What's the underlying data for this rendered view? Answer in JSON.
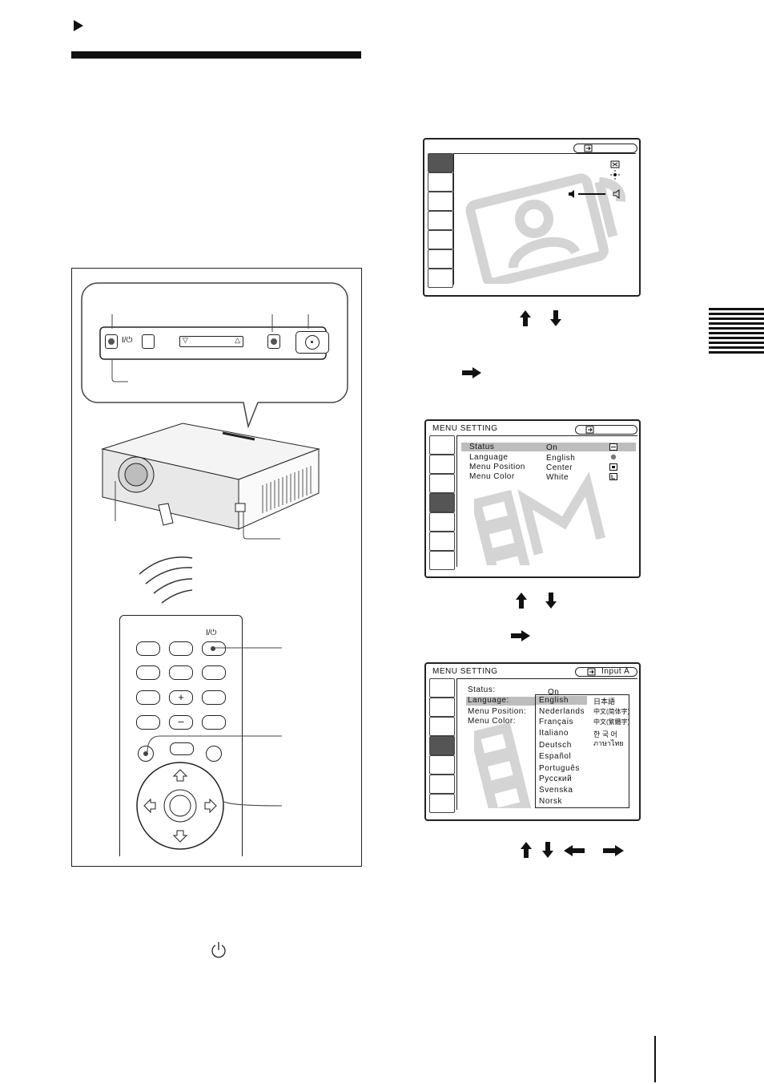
{
  "menu2": {
    "title": "MENU SETTING",
    "rows": [
      {
        "label": "Status",
        "value": "On"
      },
      {
        "label": "Language",
        "value": "English"
      },
      {
        "label": "Menu Position",
        "value": "Center"
      },
      {
        "label": "Menu Color",
        "value": "White"
      }
    ]
  },
  "menu3": {
    "title": "MENU SETTING",
    "input_label": "Input A",
    "rows": [
      {
        "label": "Status:",
        "value": "On"
      },
      {
        "label": "Language:",
        "value": ""
      },
      {
        "label": "Menu Position:",
        "value": ""
      },
      {
        "label": "Menu Color:",
        "value": ""
      }
    ],
    "languages_left": [
      "English",
      "Nederlands",
      "Français",
      "Italiano",
      "Deutsch",
      "Español",
      "Português",
      "Русский",
      "Svenska",
      "Norsk"
    ],
    "languages_right": [
      "日本語",
      "中文(简体字)",
      "中文(繁體字)",
      "한 국 어",
      "ภาษาไทย"
    ]
  },
  "remote": {
    "power_label": "I/⏻",
    "plus": "+",
    "minus": "–"
  },
  "control_panel": {
    "power_label": "I/⏻"
  },
  "icons": {
    "play": "play-triangle-icon",
    "arrow_up": "arrow-up-icon",
    "arrow_down": "arrow-down-icon",
    "arrow_left": "arrow-left-icon",
    "arrow_right": "arrow-right-icon",
    "power": "power-icon"
  }
}
